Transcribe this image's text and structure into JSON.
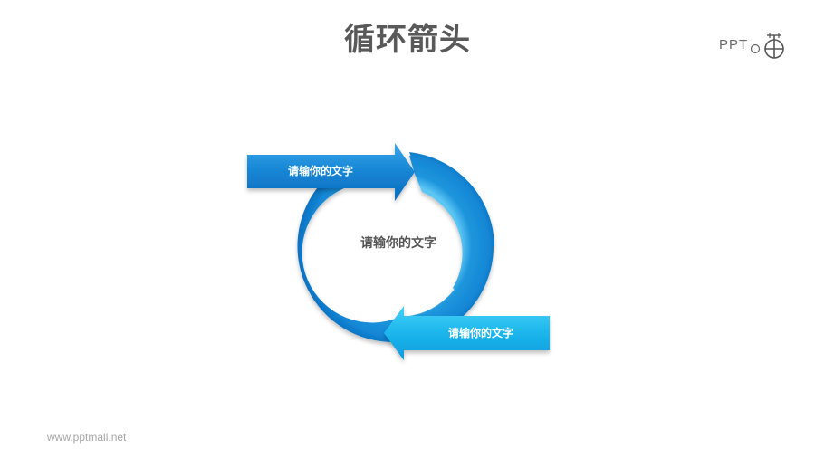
{
  "slide": {
    "title": "循环箭头",
    "logo_text": "PPT",
    "logo_icon": "ppt-mall-logo-icon",
    "footer": "www.pptmall.net"
  },
  "diagram": {
    "type": "cycle-arrows",
    "center_label": "请输你的文字",
    "top_arrow_label": "请输你的文字",
    "bottom_arrow_label": "请输你的文字",
    "colors": {
      "dark_blue": "#0a6fc2",
      "mid_blue": "#1a8fdc",
      "light_blue": "#2cc0f0",
      "title": "#595959",
      "center_text": "#555555",
      "footer": "#a6a6a6"
    }
  }
}
